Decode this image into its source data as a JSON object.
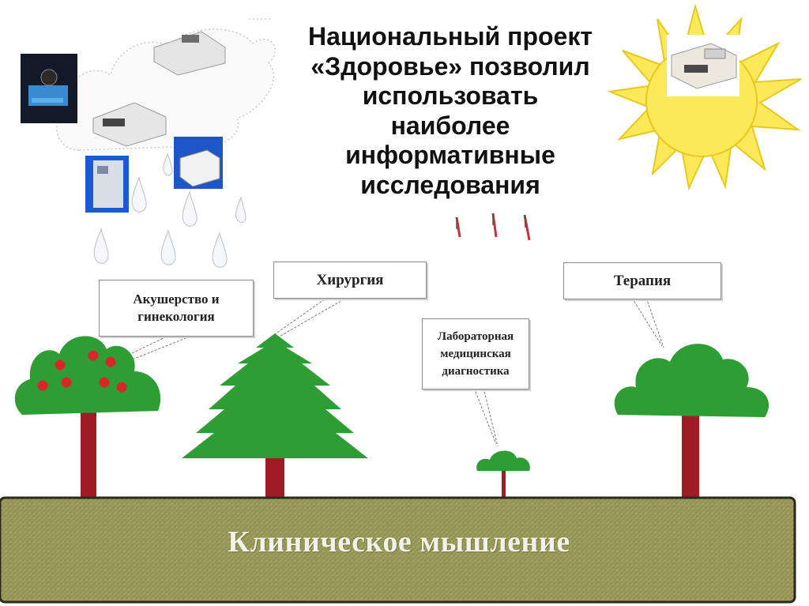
{
  "headline": {
    "lines": [
      "Национальный проект",
      "«Здоровье» позволил",
      "использовать",
      "наиболее",
      "информативные",
      "исследования"
    ]
  },
  "branches": {
    "obstetrics": {
      "lines": [
        "Акушерство и",
        "гинекология"
      ]
    },
    "surgery": {
      "label": "Хирургия"
    },
    "therapy": {
      "label": "Терапия"
    },
    "lab": {
      "lines": [
        "Лабораторная",
        "медицинская",
        "диагностика"
      ]
    }
  },
  "ground": {
    "label": "Клиническое мышление"
  },
  "colors": {
    "foliage": "#2e9e34",
    "trunk": "#a01c24",
    "fruit": "#d62828",
    "soil": "#9d9b5c",
    "sun": "#fbe95a",
    "sun_outline": "#e8c81e"
  },
  "icons": [
    "cloud-icon",
    "rain-drop-icon",
    "sun-icon",
    "lab-analyzer-icon"
  ]
}
